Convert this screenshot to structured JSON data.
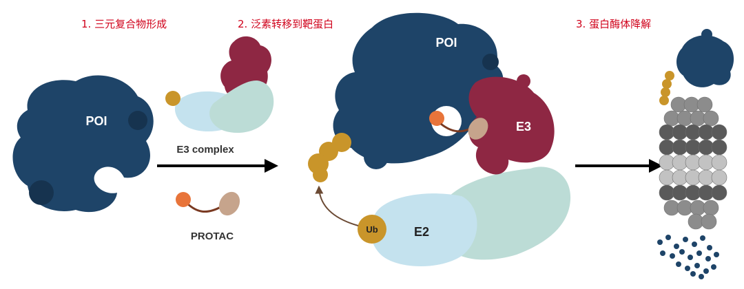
{
  "steps": [
    {
      "label": "1. 三元复合物形成"
    },
    {
      "label": "2. 泛素转移到靶蛋白"
    },
    {
      "label": "3. 蛋白酶体降解"
    }
  ],
  "labels": {
    "poi": "POI",
    "e3_complex": "E3 complex",
    "protac": "PROTAC",
    "e3": "E3",
    "e2": "E2",
    "ub": "Ub"
  },
  "colors": {
    "step_text": "#d0021b",
    "poi": "#1e4468",
    "poi_dark": "#16334f",
    "e3": "#8e2743",
    "e3_light": "#b23a58",
    "e2": "#c4e2ee",
    "e2_dark": "#9ec9da",
    "e3_adaptor": "#bcdcd6",
    "ubiquitin": "#c9952a",
    "ligand_orange": "#e8743a",
    "ligand_tan": "#c6a48c",
    "proteasome_dark": "#5a5a5a",
    "proteasome_mid": "#8c8c8c",
    "proteasome_light": "#c2c2c2",
    "arrow": "#000000"
  }
}
